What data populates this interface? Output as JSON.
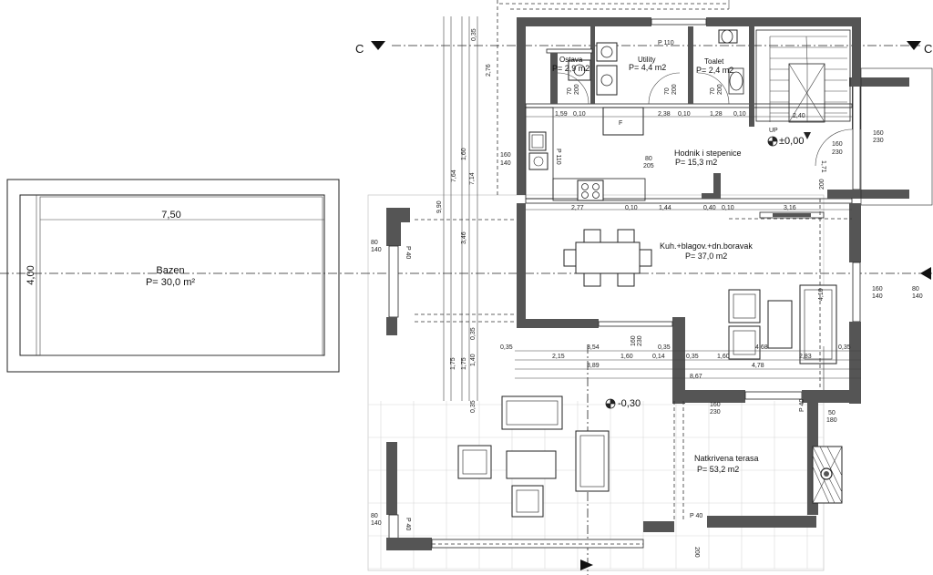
{
  "section_marks": {
    "left": "C",
    "right": "C"
  },
  "pool": {
    "width": "7,50",
    "length": "4,00",
    "name": "Bazen",
    "area": "P= 30,0 m²"
  },
  "rooms": {
    "ostava": {
      "name": "Ostava",
      "area": "P= 2,9 m2"
    },
    "utility": {
      "name": "Utility",
      "area": "P= 4,4 m2"
    },
    "toalet": {
      "name": "Toalet",
      "area": "P= 2,4 m2"
    },
    "hodnik": {
      "name": "Hodnik i stepenice",
      "area": "P= 15,3 m2"
    },
    "kuhinja": {
      "name": "Kuh.+blagov.+dn.boravak",
      "area": "P= 37,0 m2"
    },
    "terasa": {
      "name": "Natkrivena terasa",
      "area": "P= 53,2 m2"
    }
  },
  "levels": {
    "main": "±0,00",
    "terrace": "-0,30",
    "up": "UP"
  },
  "dims": {
    "d_110": "P 110",
    "d_159": "1,59",
    "d_010a": "0,10",
    "d_238": "2,38",
    "d_010b": "0,10",
    "d_128": "1,28",
    "d_010c": "0,10",
    "d_240": "2,40",
    "d_277": "2,77",
    "d_010d": "0,10",
    "d_144": "1,44",
    "d_040": "0,40",
    "d_010e": "0,10",
    "d_316": "3,16",
    "d_035a": "0,35",
    "d_354": "3,54",
    "d_035b": "0,35",
    "d_035c": "0,35",
    "d_160a": "1,60",
    "d_468": "4,68",
    "d_283": "2,83",
    "d_035d": "0,35",
    "d_215": "2,15",
    "d_160b": "1,60",
    "d_014": "0,14",
    "d_478": "4,78",
    "d_389": "3,89",
    "d_867": "8,67",
    "v_035": "0,35",
    "v_276": "2,76",
    "v_764": "7,64",
    "v_160": "1,60",
    "v_714": "7,14",
    "v_990": "9,90",
    "v_346": "3,46",
    "v_035b": "0,35",
    "v_175a": "1,75",
    "v_175b": "1,75",
    "v_140": "1,40",
    "v_035c": "0,35",
    "w_80a": "80",
    "w_140a": "140",
    "w_80b": "80",
    "w_205": "205",
    "w_160a": "160",
    "w_140b": "140",
    "w_160b": "160",
    "w_230a": "230",
    "w_160c": "160",
    "w_140c": "140",
    "w_410": "4,10",
    "w_160d": "160",
    "w_230b": "230",
    "w_160e": "160",
    "w_230c": "230",
    "w_50": "50",
    "w_180": "180",
    "w_p40a": "P 40",
    "w_p40b": "P 40",
    "w_p40c": "P 40",
    "w_p40d": "P 40",
    "w_80c": "80",
    "w_140d": "140",
    "w_80d": "80",
    "w_140e": "140",
    "w_70a": "70",
    "w_200a": "200",
    "w_70b": "70",
    "w_200b": "200",
    "w_70c": "70",
    "w_200c": "200",
    "w_f": "F",
    "w_p110": "P 110",
    "w_171": "1,71",
    "w_200d": "200",
    "w_p200": "200"
  }
}
